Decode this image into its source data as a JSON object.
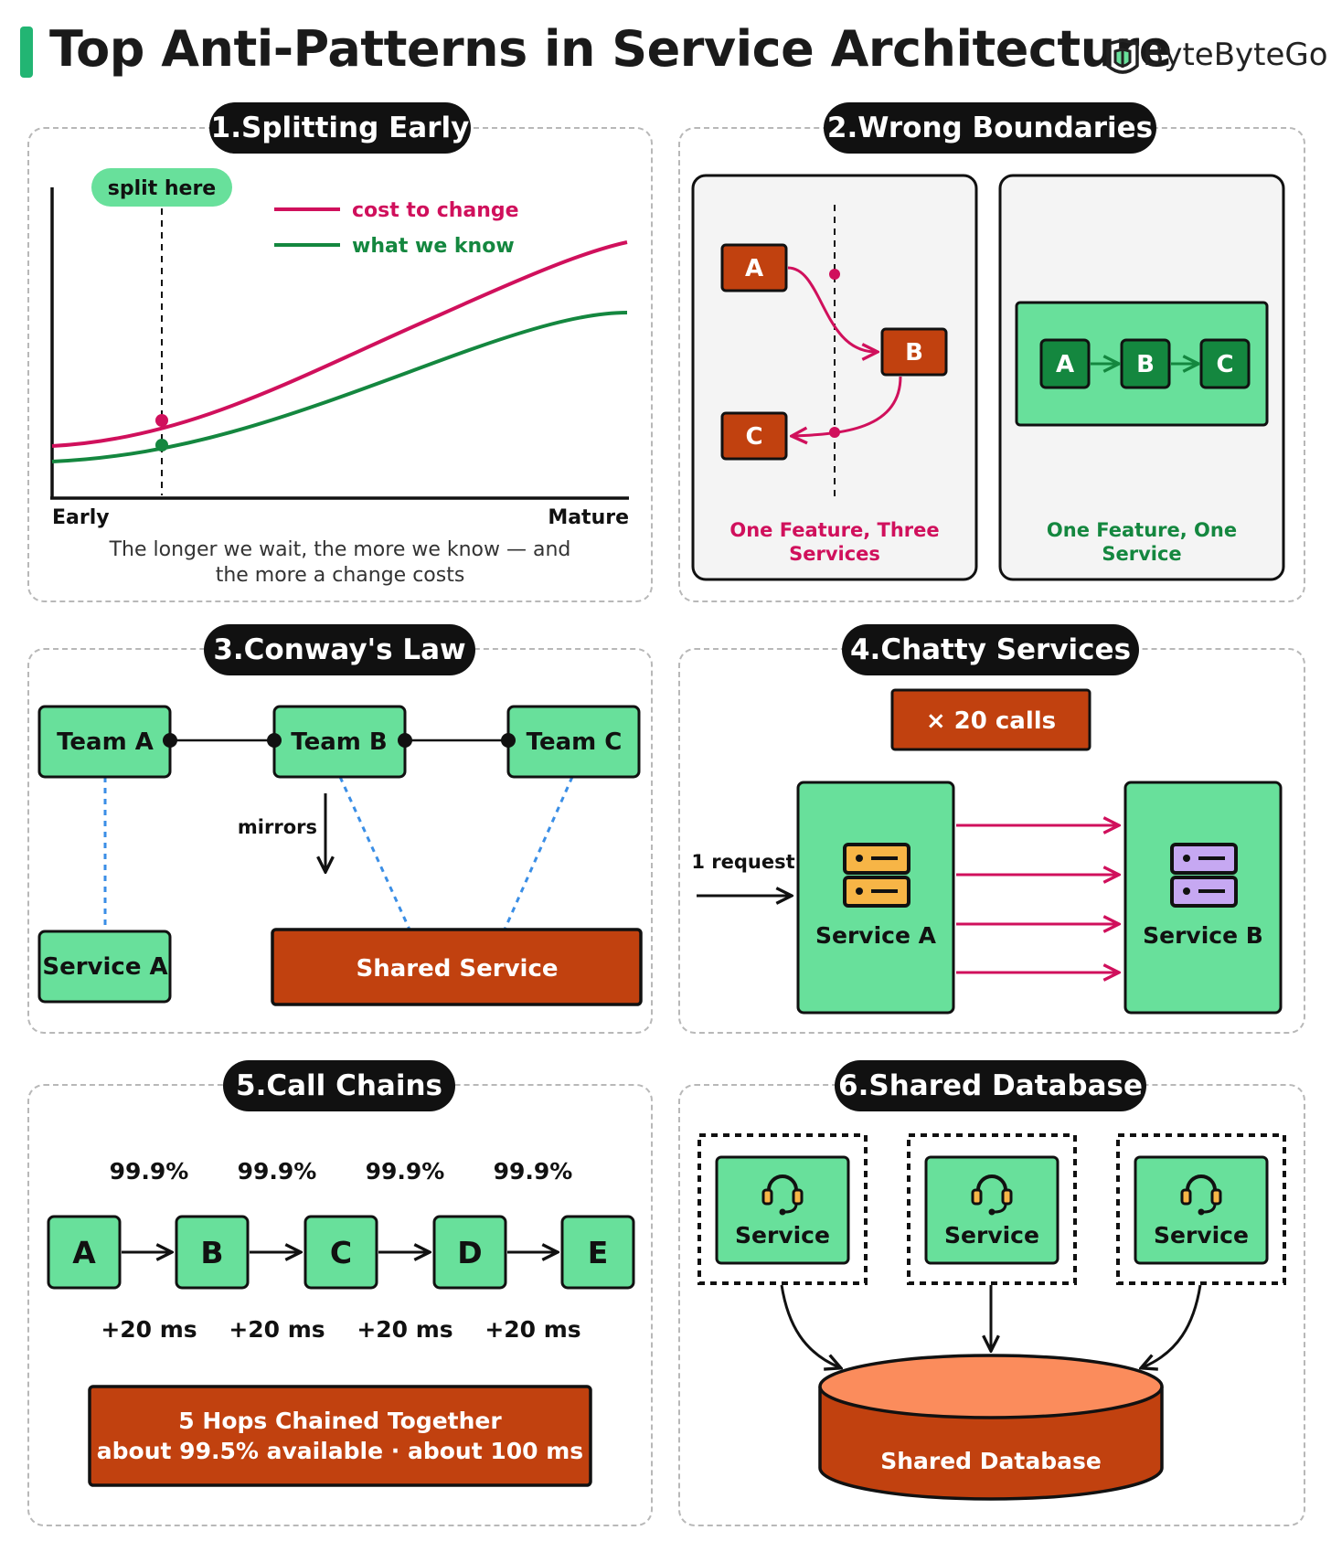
{
  "title": "Top Anti-Patterns in Service Architecture",
  "brand": {
    "name": "ByteByteGo",
    "icon": "bytebytego-logo-icon"
  },
  "colors": {
    "green": "#68e09b",
    "dark_green": "#14873f",
    "orange": "#c1410f",
    "pink": "#d0105c",
    "blue": "#3a8ee6",
    "black": "#111111",
    "light_orange": "#fb8c5c"
  },
  "panels": {
    "splitting_early": {
      "title": "1.Splitting Early",
      "marker_label": "split here",
      "legend": [
        "cost to change",
        "what we know"
      ],
      "x_start": "Early",
      "x_end": "Mature",
      "caption_line1": "The longer we wait, the more we know — and",
      "caption_line2": "the more a change costs"
    },
    "wrong_boundaries": {
      "title": "2.Wrong Boundaries",
      "bad": {
        "nodes": [
          "A",
          "B",
          "C"
        ],
        "caption_line1": "One Feature, Three",
        "caption_line2": "Services"
      },
      "good": {
        "nodes": [
          "A",
          "B",
          "C"
        ],
        "caption_line1": "One Feature, One",
        "caption_line2": "Service"
      }
    },
    "conways_law": {
      "title": "3.Conway's Law",
      "teams": [
        "Team A",
        "Team B",
        "Team C"
      ],
      "mirrors_label": "mirrors",
      "service_a": "Service A",
      "shared_service": "Shared Service"
    },
    "chatty_services": {
      "title": "4.Chatty Services",
      "calls_badge": "× 20 calls",
      "request_label": "1 request",
      "service_a": "Service A",
      "service_b": "Service B",
      "icons": [
        "server-icon-orange",
        "server-icon-purple"
      ]
    },
    "call_chains": {
      "title": "5.Call Chains",
      "nodes": [
        "A",
        "B",
        "C",
        "D",
        "E"
      ],
      "availability": [
        "99.9%",
        "99.9%",
        "99.9%",
        "99.9%"
      ],
      "latency": [
        "+20 ms",
        "+20 ms",
        "+20 ms",
        "+20 ms"
      ],
      "summary_line1": "5 Hops Chained Together",
      "summary_line2": "about 99.5% available · about 100 ms"
    },
    "shared_database": {
      "title": "6.Shared Database",
      "services": [
        "Service",
        "Service",
        "Service"
      ],
      "database": "Shared Database",
      "icon": "headset-icon"
    }
  }
}
